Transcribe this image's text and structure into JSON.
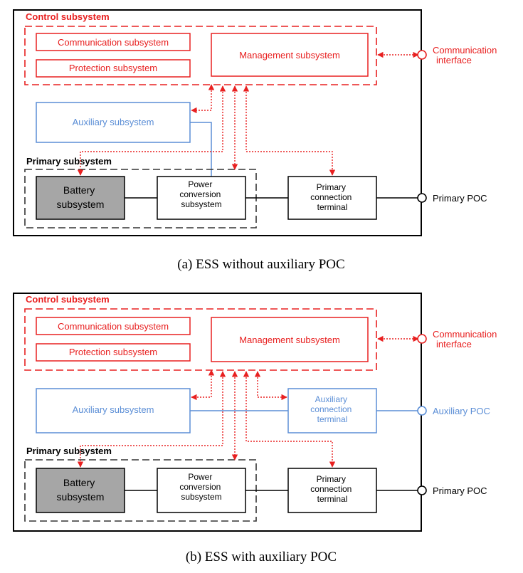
{
  "colors": {
    "red": "#e82020",
    "blue": "#5b8ed6",
    "black": "#000000",
    "dashgray": "#333333",
    "battery_fill": "#a6a6a6"
  },
  "diagram_a": {
    "caption": "(a)  ESS  without  auxiliary  POC",
    "control_subsystem": "Control subsystem",
    "communication_subsystem": "Communication subsystem",
    "protection_subsystem": "Protection subsystem",
    "management_subsystem": "Management subsystem",
    "communication_interface": [
      "Communication",
      "interface"
    ],
    "auxiliary_subsystem": "Auxiliary subsystem",
    "primary_subsystem": "Primary subsystem",
    "battery_subsystem": [
      "Battery",
      "subsystem"
    ],
    "power_conversion_subsystem": [
      "Power",
      "conversion",
      "subsystem"
    ],
    "primary_connection_terminal": [
      "Primary",
      "connection",
      "terminal"
    ],
    "primary_poc": "Primary POC"
  },
  "diagram_b": {
    "caption": "(b)  ESS  with  auxiliary  POC",
    "control_subsystem": "Control subsystem",
    "communication_subsystem": "Communication subsystem",
    "protection_subsystem": "Protection subsystem",
    "management_subsystem": "Management subsystem",
    "communication_interface": [
      "Communication",
      "interface"
    ],
    "auxiliary_subsystem": "Auxiliary subsystem",
    "auxiliary_connection_terminal": [
      "Auxiliary",
      "connection",
      "terminal"
    ],
    "auxiliary_poc": "Auxiliary POC",
    "primary_subsystem": "Primary subsystem",
    "battery_subsystem": [
      "Battery",
      "subsystem"
    ],
    "power_conversion_subsystem": [
      "Power",
      "conversion",
      "subsystem"
    ],
    "primary_connection_terminal": [
      "Primary",
      "connection",
      "terminal"
    ],
    "primary_poc": "Primary POC"
  }
}
